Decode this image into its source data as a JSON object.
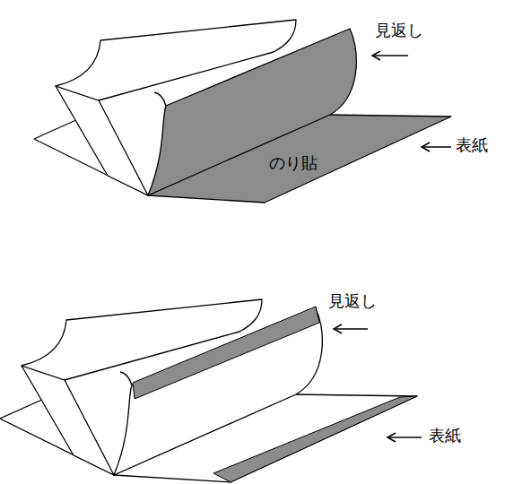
{
  "diagram": {
    "labels": [
      "見返し",
      "表紙",
      "のり貼",
      "見返し",
      "表紙"
    ]
  }
}
